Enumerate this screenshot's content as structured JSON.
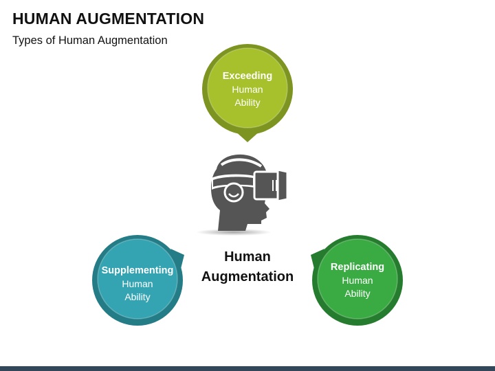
{
  "title": "HUMAN AUGMENTATION",
  "subtitle": "Types of Human Augmentation",
  "center": {
    "line1": "Human",
    "line2": "Augmentation",
    "icon": "vr-headset-head-icon"
  },
  "nodes": [
    {
      "id": "exceeding",
      "strong": "Exceeding",
      "line2": "Human",
      "line3": "Ability",
      "color": "#a6c12c",
      "ring": "#7d9421"
    },
    {
      "id": "supplementing",
      "strong": "Supplementing",
      "line2": "Human",
      "line3": "Ability",
      "color": "#35a4b2",
      "ring": "#247c87"
    },
    {
      "id": "replicating",
      "strong": "Replicating",
      "line2": "Human",
      "line3": "Ability",
      "color": "#3aab43",
      "ring": "#267c2e"
    }
  ],
  "colors": {
    "footer": "#33475b",
    "icon": "#555555"
  }
}
